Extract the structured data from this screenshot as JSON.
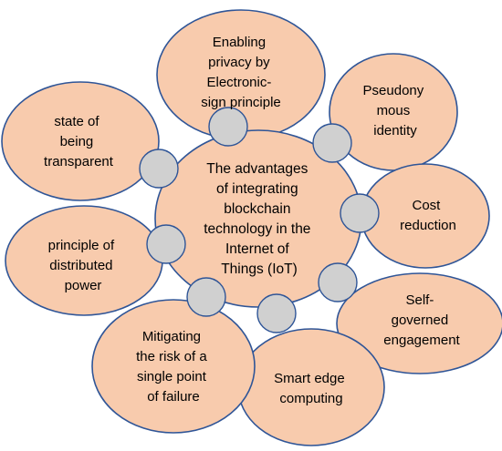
{
  "colors": {
    "bubble_fill": "#f8cbad",
    "bubble_stroke": "#2f5597",
    "connector_fill": "#d0d0d0",
    "text": "#000000"
  },
  "center": {
    "lines": [
      "The advantages",
      "of integrating",
      "blockchain",
      "technology in the",
      "Internet of",
      "Things (IoT)"
    ]
  },
  "advantages": [
    {
      "lines": [
        "Enabling",
        "privacy by",
        "Electronic-",
        "sign principle"
      ]
    },
    {
      "lines": [
        "Pseudony",
        "mous",
        "identity"
      ]
    },
    {
      "lines": [
        "Cost",
        "reduction"
      ]
    },
    {
      "lines": [
        "Self-",
        "governed",
        "engagement"
      ]
    },
    {
      "lines": [
        "Smart edge",
        "computing"
      ]
    },
    {
      "lines": [
        "Mitigating",
        "the risk of a",
        "single point",
        "of failure"
      ]
    },
    {
      "lines": [
        "principle of",
        "distributed",
        "power"
      ]
    },
    {
      "lines": [
        "state of",
        "being",
        "transparent"
      ]
    }
  ]
}
